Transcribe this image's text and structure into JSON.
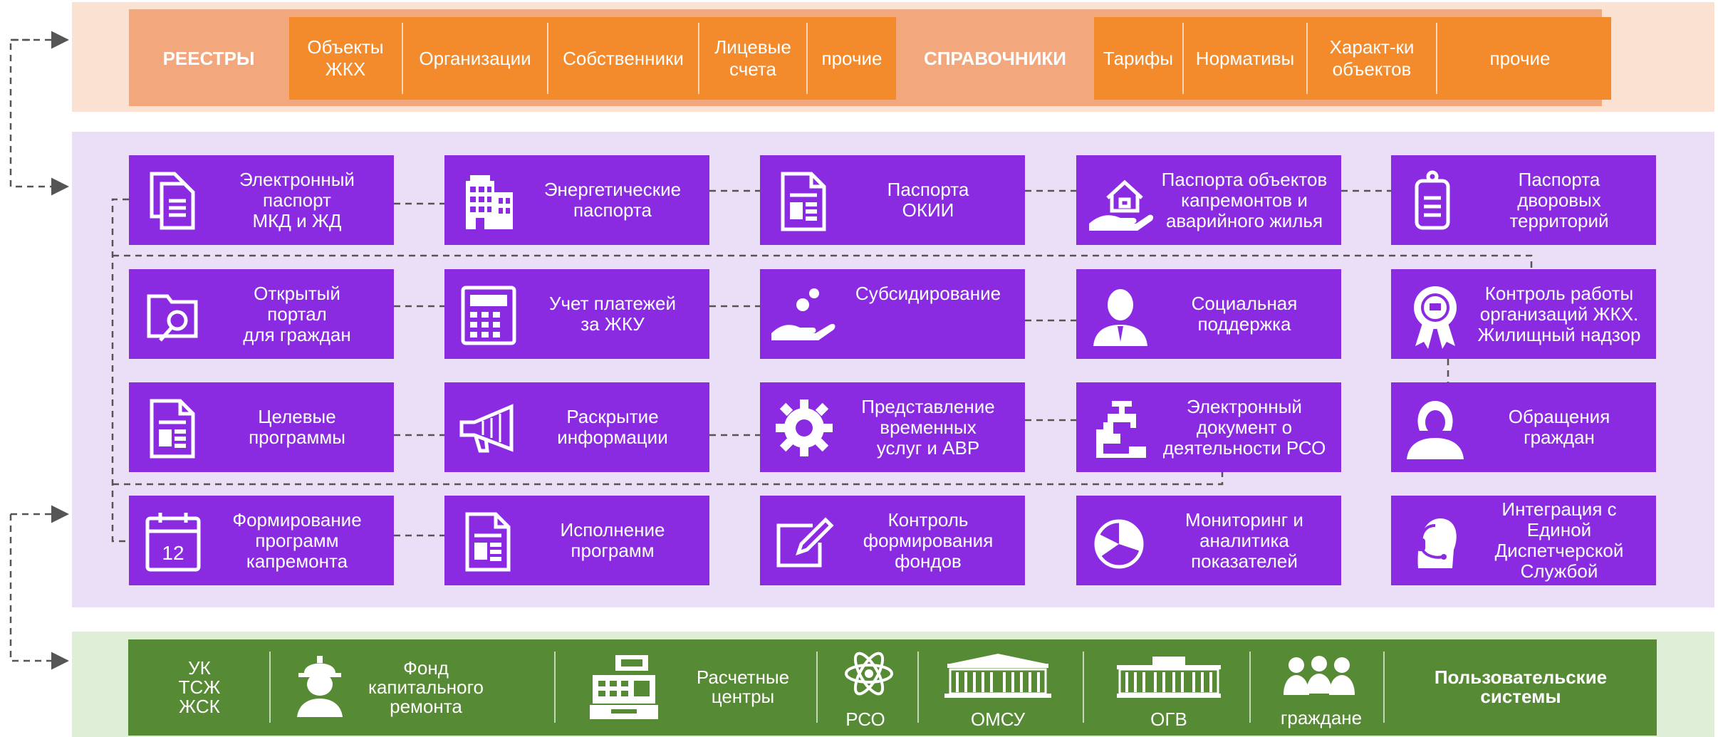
{
  "top": {
    "registries_label": "РЕЕСТРЫ",
    "registries": [
      "Объекты\nЖКХ",
      "Организации",
      "Собственники",
      "Лицевые\nсчета",
      "прочие"
    ],
    "references_label": "СПРАВОЧНИКИ",
    "references": [
      "Тарифы",
      "Нормативы",
      "Характ-ки\nобъектов",
      "прочие"
    ]
  },
  "modules": [
    {
      "label": "Электронный\nпаспорт\nМКД и ЖД",
      "icon": "documents-icon"
    },
    {
      "label": "Энергетические\nпаспорта",
      "icon": "building-icon"
    },
    {
      "label": "Паспорта\nОКИИ",
      "icon": "document-icon"
    },
    {
      "label": "Паспорта объектов\nкапремонтов и\nаварийного жилья",
      "icon": "house-in-hand-icon"
    },
    {
      "label": "Паспорта\nдворовых\nтерриторий",
      "icon": "clipboard-icon"
    },
    {
      "label": "Открытый\nпортал\nдля граждан",
      "icon": "folder-search-icon"
    },
    {
      "label": "Учет платежей\nза ЖКУ",
      "icon": "calculator-icon"
    },
    {
      "label": "Субсидирование",
      "icon": "coins-in-hand-icon"
    },
    {
      "label": "Социальная\nподдержка",
      "icon": "person-icon"
    },
    {
      "label": "Контроль работы\nорганизаций ЖКХ.\nЖилищный надзор",
      "icon": "award-badge-icon"
    },
    {
      "label": "Целевые\nпрограммы",
      "icon": "document-icon"
    },
    {
      "label": "Раскрытие\nинформации",
      "icon": "megaphone-icon"
    },
    {
      "label": "Представление\nвременных\nуслуг и АВР",
      "icon": "gear-icon"
    },
    {
      "label": "Электронный\nдокумент о\nдеятельности РСО",
      "icon": "pipe-faucet-icon"
    },
    {
      "label": "Обращения\nграждан",
      "icon": "woman-icon"
    },
    {
      "label": "Формирование\nпрограмм\nкапремонта",
      "icon": "calendar-icon"
    },
    {
      "label": "Исполнение\nпрограмм",
      "icon": "document-icon"
    },
    {
      "label": "Контроль\nформирования\nфондов",
      "icon": "edit-icon"
    },
    {
      "label": "Мониторинг и\nаналитика\nпоказателей",
      "icon": "pie-chart-icon"
    },
    {
      "label": "Интеграция с Единой\nДиспетчерской\nСлужбой",
      "icon": "headset-operator-icon"
    }
  ],
  "calendar_number": "12",
  "bottom": {
    "uk_label": "УК\nТСЖ\nЖСК",
    "fund_label": "Фонд\nкапитального\nремонта",
    "centers_label": "Расчетные\nцентры",
    "rso_label": "РСО",
    "omsu_label": "ОМСУ",
    "ogv_label": "ОГВ",
    "citizens_label": "граждане",
    "systems_label": "Пользовательские\nсистемы"
  },
  "colors": {
    "top_band": "#fbe1d2",
    "top_strip": "#f2a77d",
    "orange": "#f38a2c",
    "mid_band": "#ebdff8",
    "purple": "#8a2be2",
    "bottom_band": "#deeed7",
    "green": "#568a34"
  }
}
